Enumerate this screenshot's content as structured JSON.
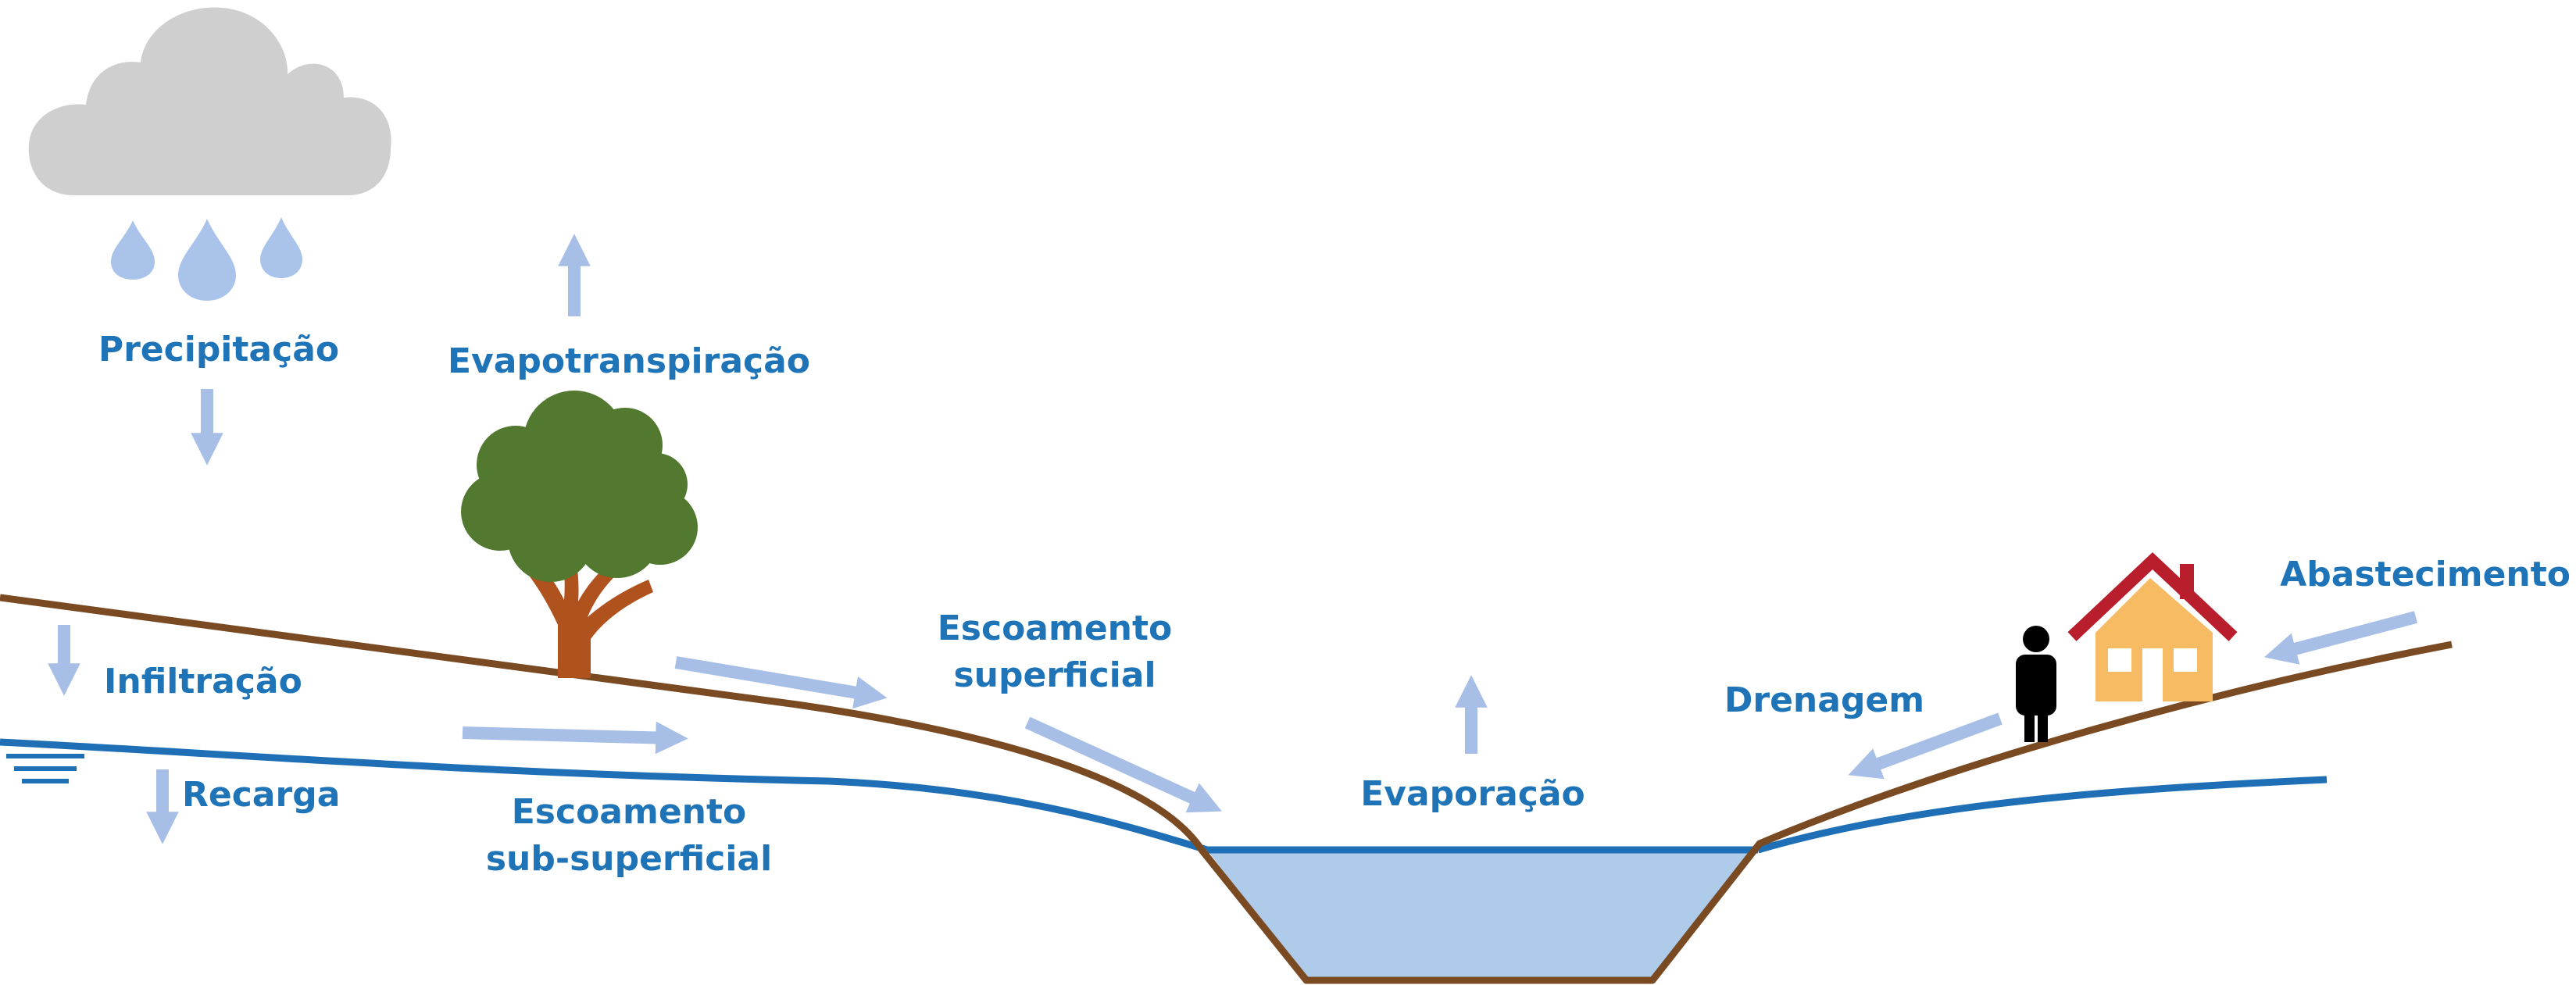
{
  "labels": {
    "precipitacao": "Precipitação",
    "evapotranspiracao": "Evapotranspiração",
    "infiltracao": "Infiltração",
    "recarga": "Recarga",
    "escoamento_superficial": [
      "Escoamento",
      "superficial"
    ],
    "escoamento_subsuperficial": [
      "Escoamento",
      "sub-superficial"
    ],
    "evaporacao": "Evaporação",
    "drenagem": "Drenagem",
    "abastecimento": "Abastecimento"
  },
  "colors": {
    "label_text": "#1F74B8",
    "arrow": "#A7BFE6",
    "ground_line": "#7A4A22",
    "water_table_line": "#1F6FB6",
    "water_fill": "#AECBEA",
    "cloud": "#CFCFCF",
    "raindrop": "#A9C3EA",
    "tree_canopy": "#52792F",
    "tree_trunk": "#B0521E",
    "house_roof": "#B81E2B",
    "house_wall": "#F7BC63",
    "house_window": "#FFFFFF",
    "person": "#000000"
  },
  "icons": [
    "cloud-icon",
    "raindrop-icon",
    "tree-icon",
    "house-icon",
    "person-icon",
    "water-table-icon"
  ]
}
